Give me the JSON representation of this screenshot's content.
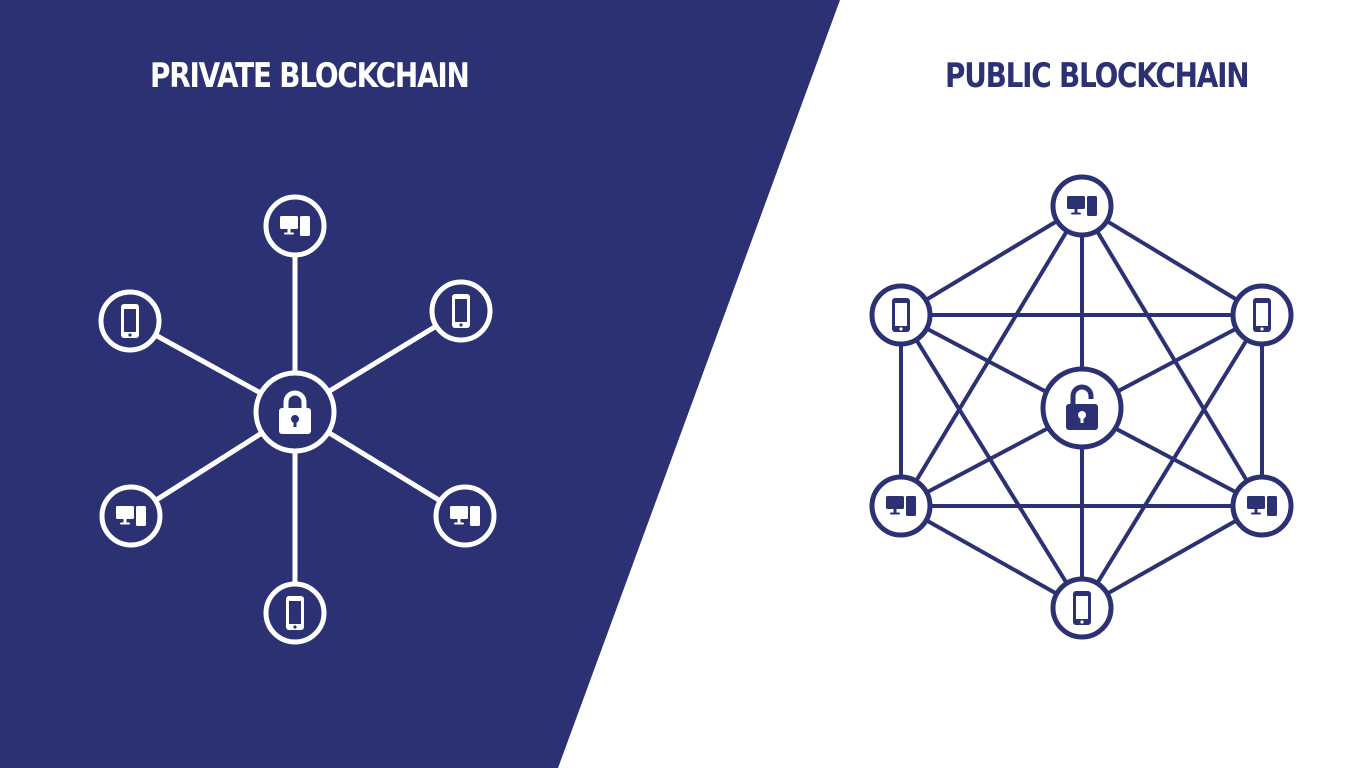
{
  "colors": {
    "navy": "#2c3174",
    "white": "#ffffff"
  },
  "private": {
    "title": "PRIVATE BLOCKCHAIN",
    "center_icon": "lock-icon",
    "nodes": [
      {
        "id": "top",
        "icon": "desktop-icon"
      },
      {
        "id": "upper-left",
        "icon": "smartphone-icon"
      },
      {
        "id": "upper-right",
        "icon": "smartphone-icon"
      },
      {
        "id": "lower-left",
        "icon": "desktop-icon"
      },
      {
        "id": "lower-right",
        "icon": "desktop-icon"
      },
      {
        "id": "bottom",
        "icon": "smartphone-icon"
      }
    ]
  },
  "public": {
    "title": "PUBLIC BLOCKCHAIN",
    "center_icon": "unlocked-lock-icon",
    "nodes": [
      {
        "id": "top",
        "icon": "desktop-icon"
      },
      {
        "id": "upper-left",
        "icon": "smartphone-icon"
      },
      {
        "id": "upper-right",
        "icon": "smartphone-icon"
      },
      {
        "id": "lower-left",
        "icon": "desktop-icon"
      },
      {
        "id": "lower-right",
        "icon": "desktop-icon"
      },
      {
        "id": "bottom",
        "icon": "smartphone-icon"
      }
    ]
  }
}
